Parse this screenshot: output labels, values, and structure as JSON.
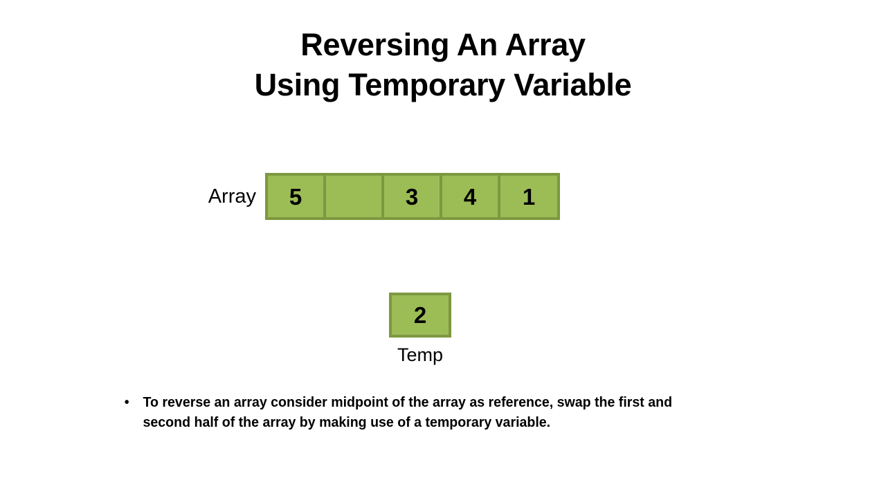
{
  "slide": {
    "background_color": "#ffffff",
    "title_lines": [
      "Reversing An Array",
      "Using Temporary Variable"
    ]
  },
  "colors": {
    "box_fill": "#9cbc56",
    "box_border": "#7d9840",
    "text": "#000000"
  },
  "array": {
    "label": "Array",
    "cells": [
      {
        "value": "5"
      },
      {
        "value": ""
      },
      {
        "value": "3"
      },
      {
        "value": "4"
      },
      {
        "value": "1"
      }
    ]
  },
  "temp": {
    "value": "2",
    "label": "Temp"
  },
  "bullets": [
    {
      "marker": "•",
      "text": "To reverse an array consider midpoint of the array as reference, swap the first and second half of the array by making use of a temporary variable."
    }
  ]
}
